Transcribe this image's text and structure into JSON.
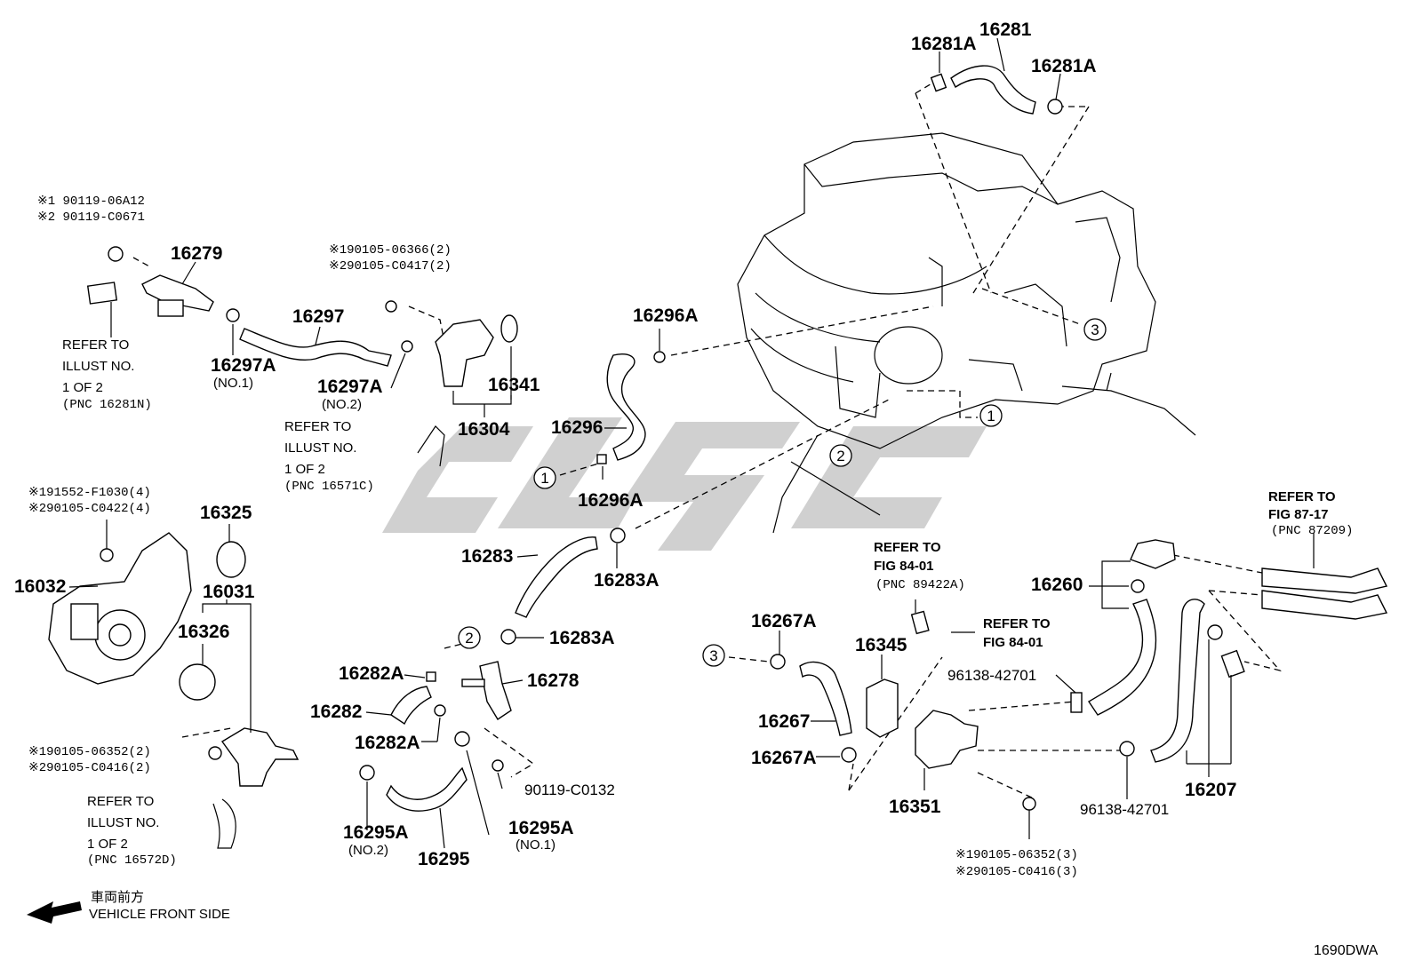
{
  "diagram_code": "1690DWA",
  "watermark": "",
  "direction": {
    "label_ja": "車両前方",
    "label_en": "VEHICLE FRONT SIDE"
  },
  "callouts": {
    "c1": "1",
    "c2": "2",
    "c3": "3"
  },
  "parts": {
    "p16281A_l": "16281A",
    "p16281": "16281",
    "p16281A_r": "16281A",
    "p16279": "16279",
    "p16297": "16297",
    "p16297A_1": "16297A",
    "p16297A_1_note": "(NO.1)",
    "p16297A_2": "16297A",
    "p16297A_2_note": "(NO.2)",
    "p16341": "16341",
    "p16304": "16304",
    "p16296A_t": "16296A",
    "p16296": "16296",
    "p16296A_b": "16296A",
    "p16283": "16283",
    "p16283A_t": "16283A",
    "p16283A_b": "16283A",
    "p16325": "16325",
    "p16031": "16031",
    "p16326": "16326",
    "p16032": "16032",
    "p16282A_t": "16282A",
    "p16282": "16282",
    "p16282A_b": "16282A",
    "p16278": "16278",
    "p16295A_2": "16295A",
    "p16295A_2_note": "(NO.2)",
    "p16295": "16295",
    "p16295A_1": "16295A",
    "p16295A_1_note": "(NO.1)",
    "p90119C0132": "90119-C0132",
    "p16267A_t": "16267A",
    "p16267": "16267",
    "p16267A_b": "16267A",
    "p16345": "16345",
    "p16351": "16351",
    "p9613842701_t": "96138-42701",
    "p9613842701_b": "96138-42701",
    "p16260": "16260",
    "p16207": "16207"
  },
  "bolt_notes": {
    "b1_l1": "※1 90119-06A12",
    "b1_l2": "※2 90119-C0671",
    "b2_l1": "※190105-06366(2)",
    "b2_l2": "※290105-C0417(2)",
    "b3_l1": "※191552-F1030(4)",
    "b3_l2": "※290105-C0422(4)",
    "b4_l1": "※190105-06352(2)",
    "b4_l2": "※290105-C0416(2)",
    "b5_l1": "※190105-06352(3)",
    "b5_l2": "※290105-C0416(3)"
  },
  "refer_notes": {
    "r1": [
      "REFER TO",
      "ILLUST NO.",
      "1 OF 2",
      "(PNC 16281N)"
    ],
    "r2": [
      "REFER TO",
      "ILLUST NO.",
      "1 OF 2",
      "(PNC 16571C)"
    ],
    "r3": [
      "REFER TO",
      "ILLUST NO.",
      "1 OF 2",
      "(PNC 16572D)"
    ],
    "r4": [
      "REFER TO",
      "FIG 84-01",
      "(PNC 89422A)"
    ],
    "r5": [
      "REFER TO",
      "FIG 84-01"
    ],
    "r6": [
      "REFER TO",
      "FIG 87-17",
      "(PNC 87209)"
    ]
  }
}
